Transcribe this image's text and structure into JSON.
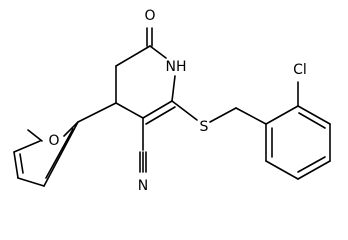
{
  "atoms": {
    "oxygen_carbonyl": "O",
    "nitrogen_ring": "NH",
    "oxygen_furan": "O",
    "sulfur": "S",
    "chlorine": "Cl",
    "nitrogen_nitrile": "N"
  }
}
